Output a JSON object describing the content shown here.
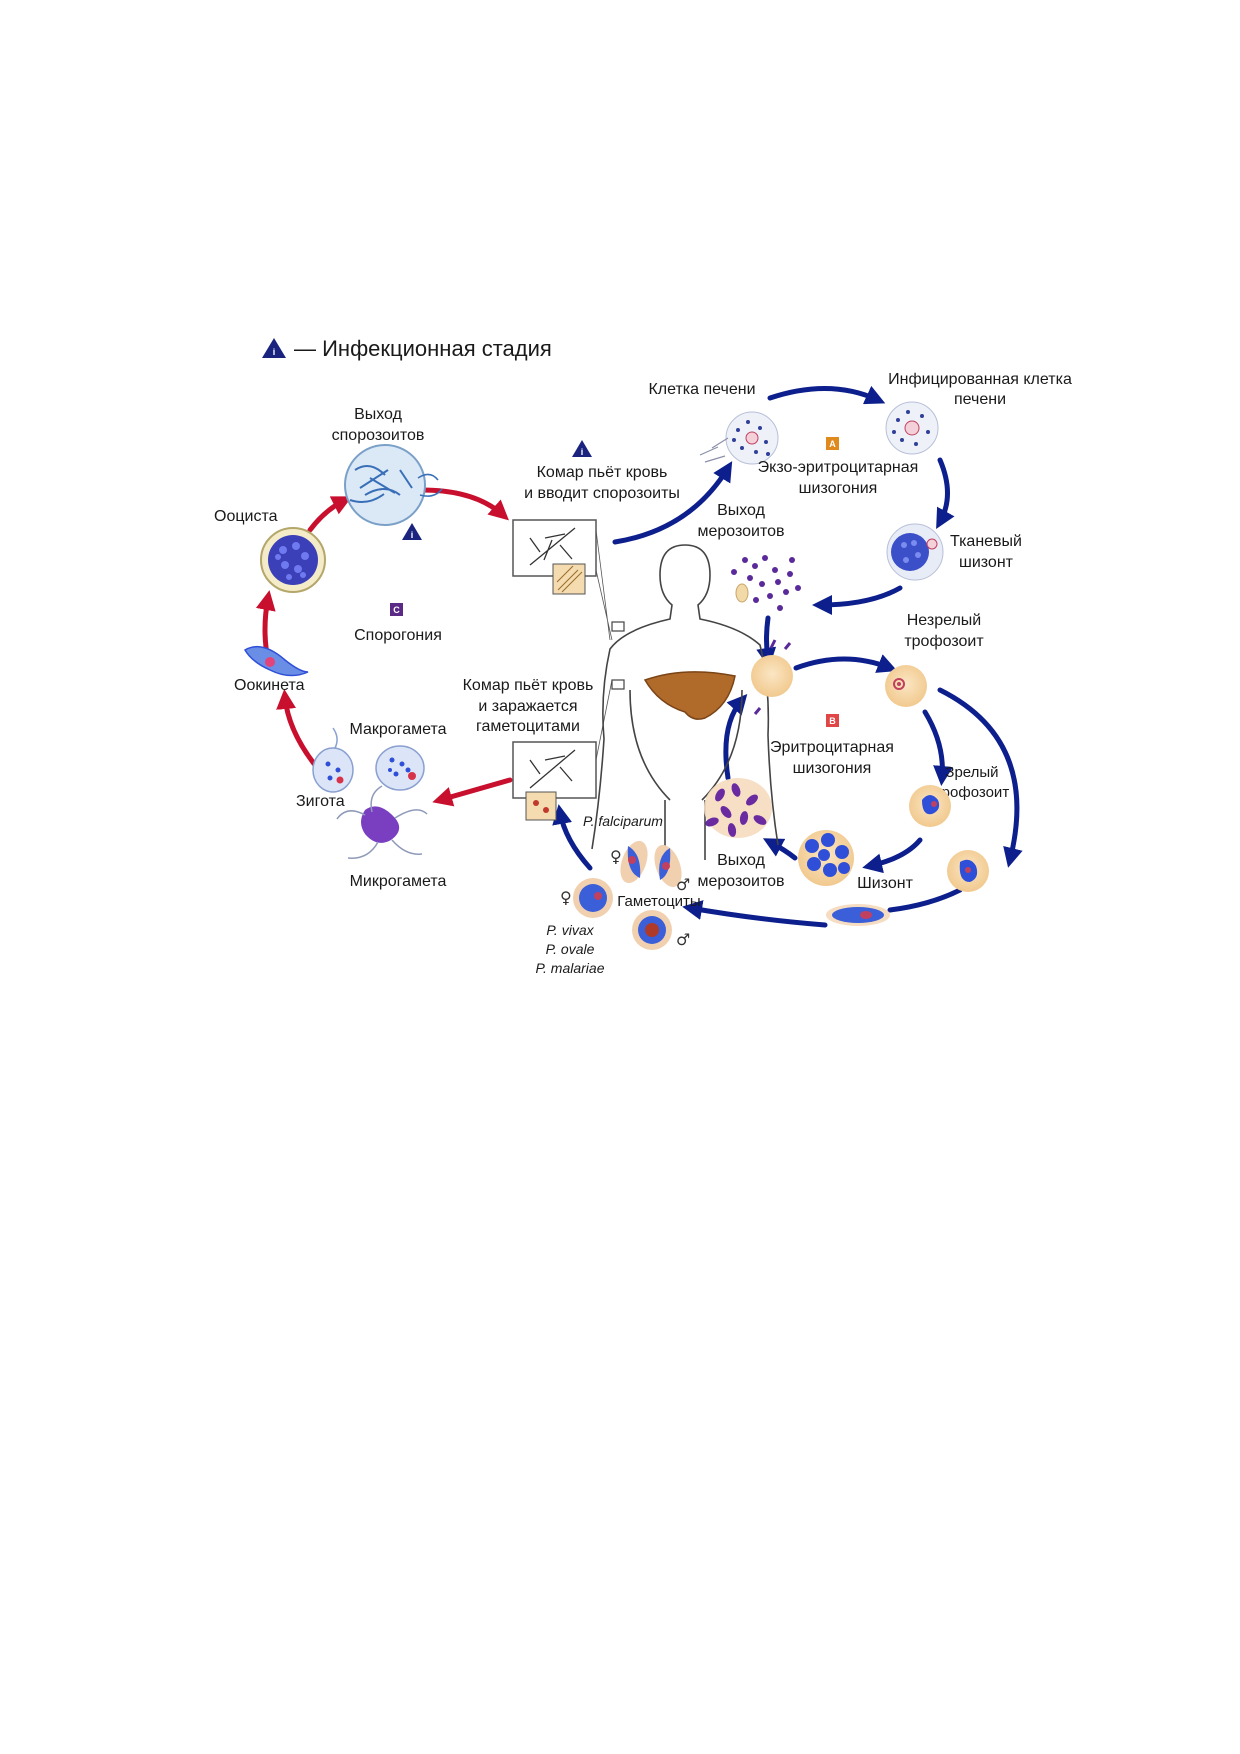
{
  "legend": {
    "icon": "infection-stage-triangle-icon",
    "text": "— Инфекционная стадия"
  },
  "colors": {
    "red_arrow": "#c8102e",
    "blue_arrow": "#0d1f8c",
    "infective_triangle": "#1a237e",
    "badge_A": "#e08a1e",
    "badge_B": "#e04646",
    "badge_C": "#5b2a86",
    "erythrocyte": "#f8d8a8",
    "parasite_blue": "#2f4fd8",
    "liver": "#b06a2a"
  },
  "badges": {
    "a": "A",
    "b": "B",
    "c": "C",
    "infective": "i"
  },
  "labels": {
    "sporozoite_release": [
      "Выход",
      "спорозоитов"
    ],
    "oocyst": "Ооциста",
    "sporogony": "Спорогония",
    "ookinete": "Оокинета",
    "macrogamete": "Макрогамета",
    "zygote": "Зигота",
    "microgamete": "Микрогамета",
    "mosquito_bite_injects": [
      "Комар пьёт кровь",
      "и вводит спорозоиты"
    ],
    "liver_cell": "Клетка печени",
    "infected_liver_cell": [
      "Инфицированная клетка",
      "печени"
    ],
    "exo_erythrocytic": [
      "Экзо-эритроцитарная",
      "шизогония"
    ],
    "tissue_schizont": [
      "Тканевый",
      "шизонт"
    ],
    "merozoite_release_liver": [
      "Выход",
      "мерозоитов"
    ],
    "immature_trophozoite": [
      "Незрелый",
      "трофозоит"
    ],
    "mosquito_bite_infected": [
      "Комар пьёт кровь",
      "и заражается",
      "гаметоцитами"
    ],
    "erythrocytic": [
      "Эритроцитарная",
      "шизогония"
    ],
    "mature_trophozoite": [
      "Зрелый",
      "трофозоит"
    ],
    "p_falciparum": "P. falciparum",
    "merozoite_release_blood": [
      "Выход",
      "мерозоитов"
    ],
    "schizont": "Шизонт",
    "gametocytes": "Гаметоциты",
    "species": [
      "P. vivax",
      "P. ovale",
      "P. malariae"
    ],
    "female": "♀",
    "male": "♂"
  }
}
